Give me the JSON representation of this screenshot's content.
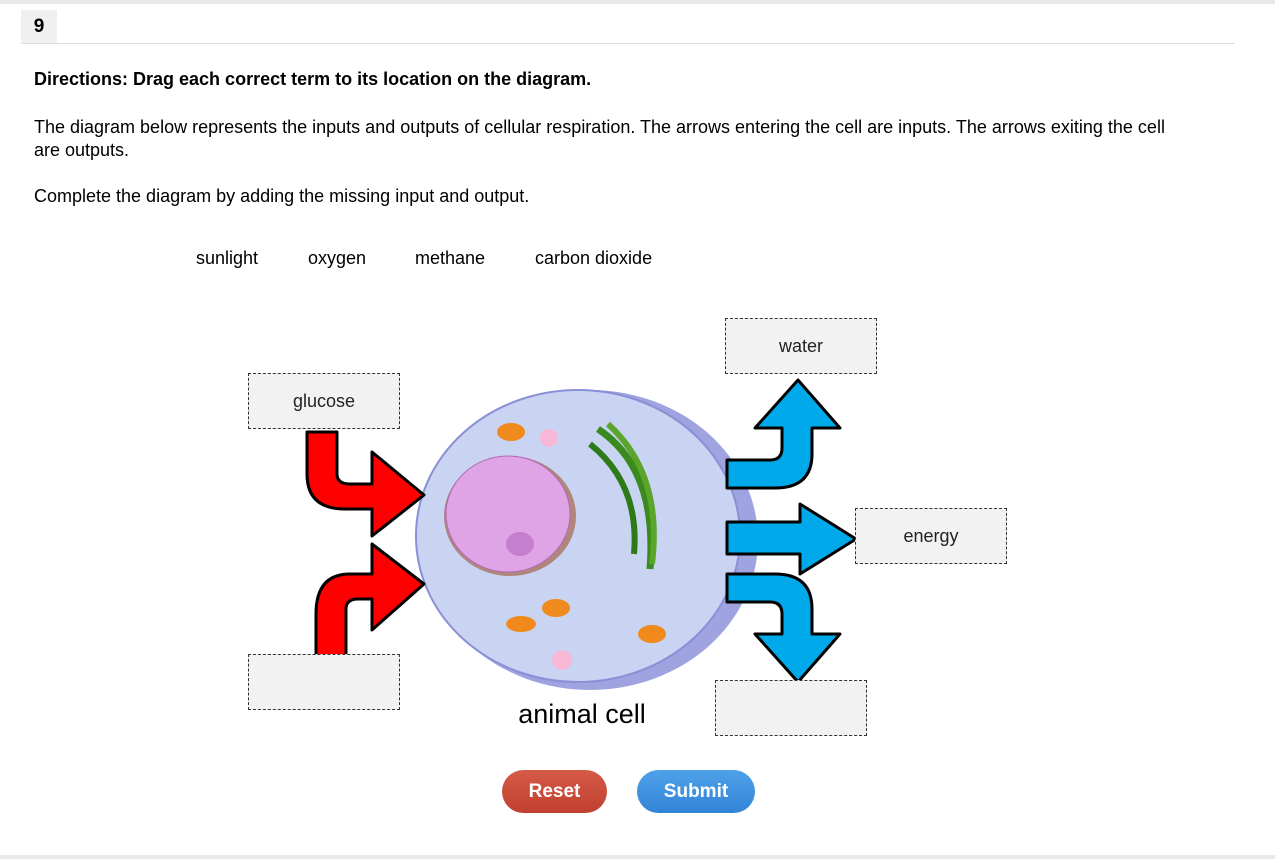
{
  "question_number": "9",
  "directions": "Directions: Drag each correct term to its location on the diagram.",
  "paragraph1": "The diagram below represents the inputs and outputs of cellular respiration. The arrows entering the cell are inputs. The arrows exiting the cell are outputs.",
  "paragraph2": "Complete the diagram by adding the missing input and output.",
  "term_bank": [
    "sunlight",
    "oxygen",
    "methane",
    "carbon dioxide"
  ],
  "diagram": {
    "cell_label": "animal cell",
    "inputs": [
      "glucose",
      ""
    ],
    "outputs": [
      "water",
      "energy",
      ""
    ]
  },
  "buttons": {
    "reset": "Reset",
    "submit": "Submit"
  },
  "colors": {
    "input_arrow": "#ff0000",
    "output_arrow": "#00a8e8",
    "reset": "#c9483a",
    "submit": "#3a8fdc"
  }
}
